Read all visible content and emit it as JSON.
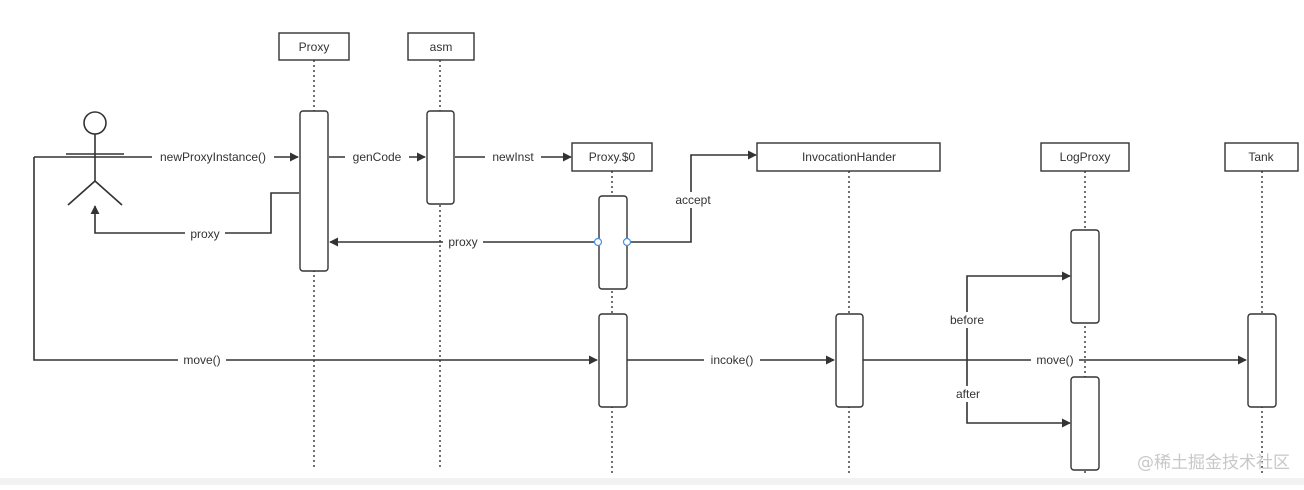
{
  "participants": [
    {
      "id": "proxy",
      "label": "Proxy"
    },
    {
      "id": "asm",
      "label": "asm"
    },
    {
      "id": "proxy0",
      "label": "Proxy.$0"
    },
    {
      "id": "handler",
      "label": "InvocationHander"
    },
    {
      "id": "logproxy",
      "label": "LogProxy"
    },
    {
      "id": "tank",
      "label": "Tank"
    }
  ],
  "messages": {
    "newProxyInstance": "newProxyInstance()",
    "genCode": "genCode",
    "newInst": "newInst",
    "accept": "accept",
    "proxy_return": "proxy",
    "proxy_to_actor": "proxy",
    "move": "move()",
    "incoke": "incoke()",
    "move_tank": "move()",
    "before": "before",
    "after": "after"
  },
  "watermark": "@稀土掘金技术社区",
  "colors": {
    "line": "#333333",
    "handle": "#4a90e2"
  }
}
